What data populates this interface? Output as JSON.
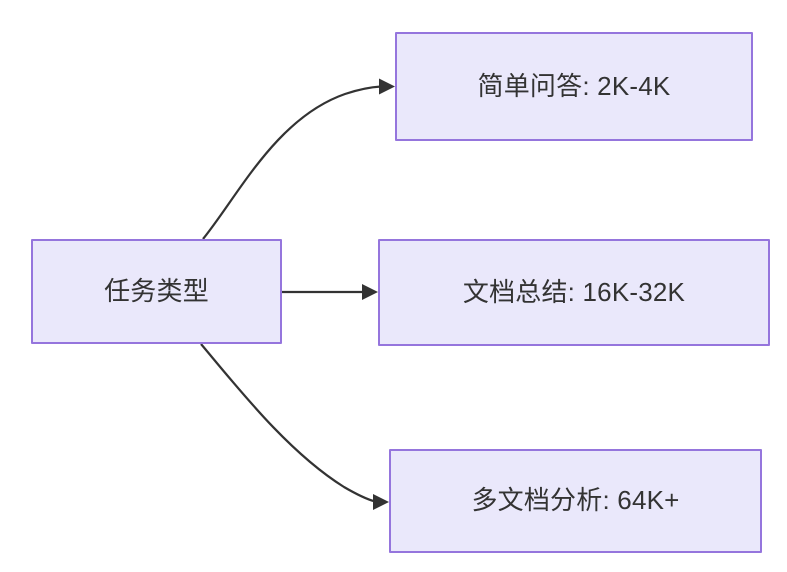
{
  "diagram": {
    "type": "flowchart",
    "direction": "left-to-right",
    "background_color": "#ffffff",
    "node_fill_color": "#eae8fb",
    "node_border_color": "#9575dd",
    "node_text_color": "#333333",
    "edge_color": "#333333",
    "root": {
      "id": "root",
      "label": "任务类型"
    },
    "branches": [
      {
        "id": "simple-qa",
        "label": "简单问答: 2K-4K",
        "task": "简单问答",
        "context_range": "2K-4K",
        "edge_style": "curved"
      },
      {
        "id": "doc-summary",
        "label": "文档总结: 16K-32K",
        "task": "文档总结",
        "context_range": "16K-32K",
        "edge_style": "straight"
      },
      {
        "id": "multi-doc",
        "label": "多文档分析: 64K+",
        "task": "多文档分析",
        "context_range": "64K+",
        "edge_style": "curved"
      }
    ],
    "edges": [
      {
        "id": "edge-root-simple-qa",
        "from": "root",
        "to": "simple-qa",
        "arrow": "triangle"
      },
      {
        "id": "edge-root-doc-summary",
        "from": "root",
        "to": "doc-summary",
        "arrow": "triangle"
      },
      {
        "id": "edge-root-multi-doc",
        "from": "root",
        "to": "multi-doc",
        "arrow": "triangle"
      }
    ]
  }
}
